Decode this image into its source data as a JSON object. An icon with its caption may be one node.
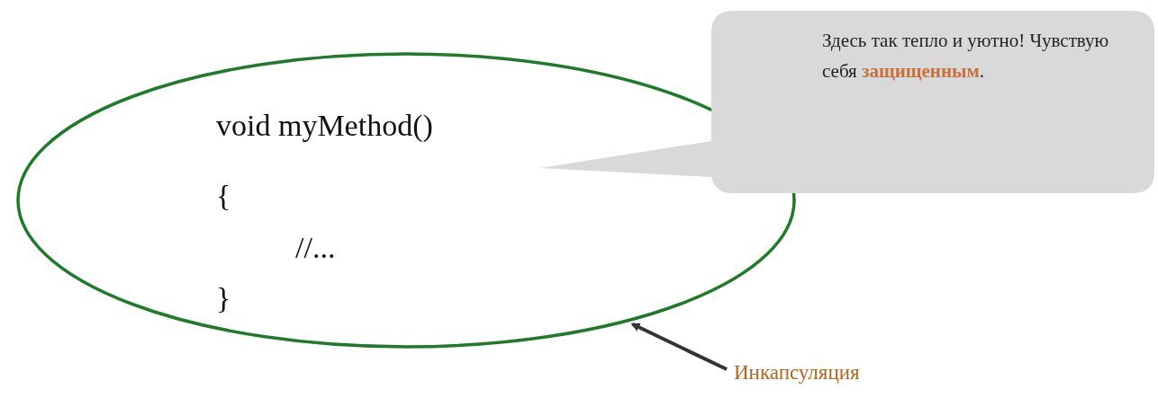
{
  "diagram": {
    "nodes": [
      {
        "text": [
          "void myMethod()",
          "{",
          "//...",
          "}"
        ]
      },
      {
        "text": [
          "Здесь так тепло и уютно! Чувствую себя **защищенным**."
        ]
      },
      {
        "text": [
          "Инкапсуляция"
        ]
      }
    ],
    "edges": [
      {
        "from": 2,
        "to": 0,
        "arrow": "to"
      }
    ]
  }
}
